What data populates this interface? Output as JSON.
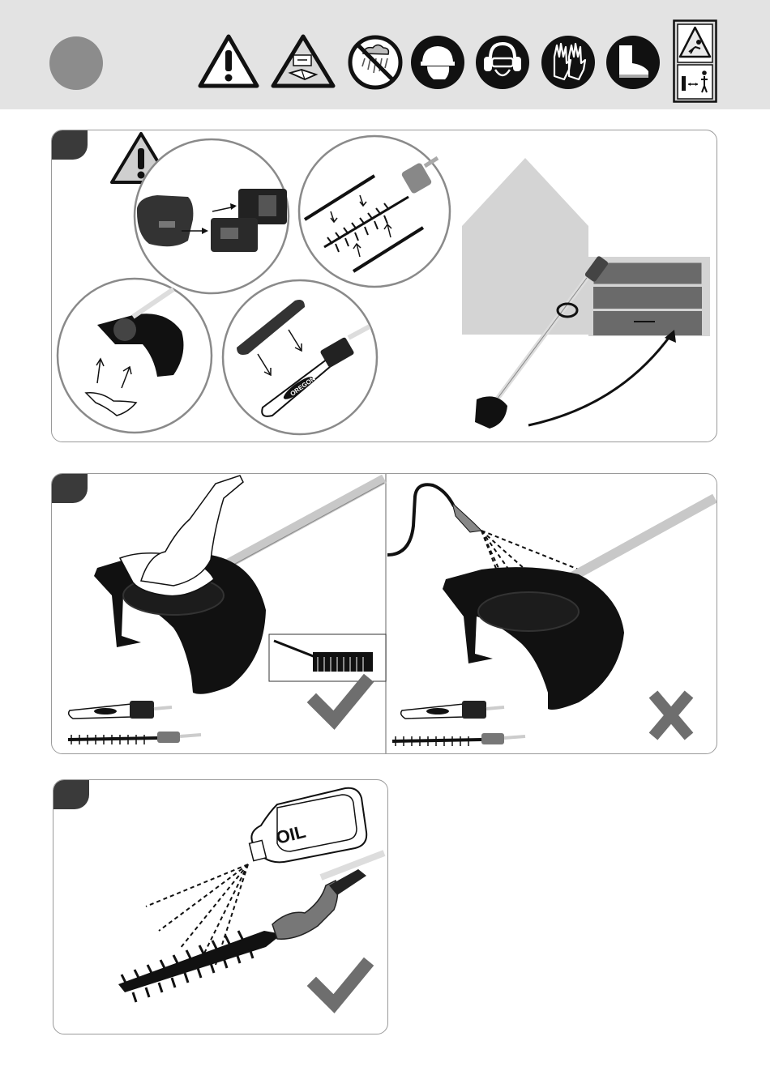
{
  "header": {
    "symbols": [
      {
        "icon": "warning-triangle-icon"
      },
      {
        "icon": "read-manual-icon"
      },
      {
        "icon": "no-rain-icon"
      },
      {
        "icon": "wear-helmet-icon"
      },
      {
        "icon": "wear-ear-eye-protection-icon"
      },
      {
        "icon": "wear-gloves-icon"
      },
      {
        "icon": "wear-boots-icon"
      },
      {
        "icon": "keep-distance-sign-icon"
      }
    ]
  },
  "panel1": {
    "steps": [
      "remove-battery",
      "cover-hedge-blade",
      "remove-trimmer-guard",
      "cover-chain-bar",
      "store-in-shed"
    ]
  },
  "panel2": {
    "left": {
      "status": "allowed",
      "icon": "checkmark-icon"
    },
    "right": {
      "status": "forbidden",
      "icon": "cross-icon"
    }
  },
  "panel3": {
    "oil_label": "OIL",
    "chain_brand": "OREGON",
    "status": "allowed",
    "icon": "checkmark-icon"
  },
  "colors": {
    "header_bg": "#e3e3e3",
    "step_circle": "#8c8c8c",
    "tab": "#3a3a3a",
    "check": "#6e6e6e",
    "tool_black": "#111111"
  }
}
